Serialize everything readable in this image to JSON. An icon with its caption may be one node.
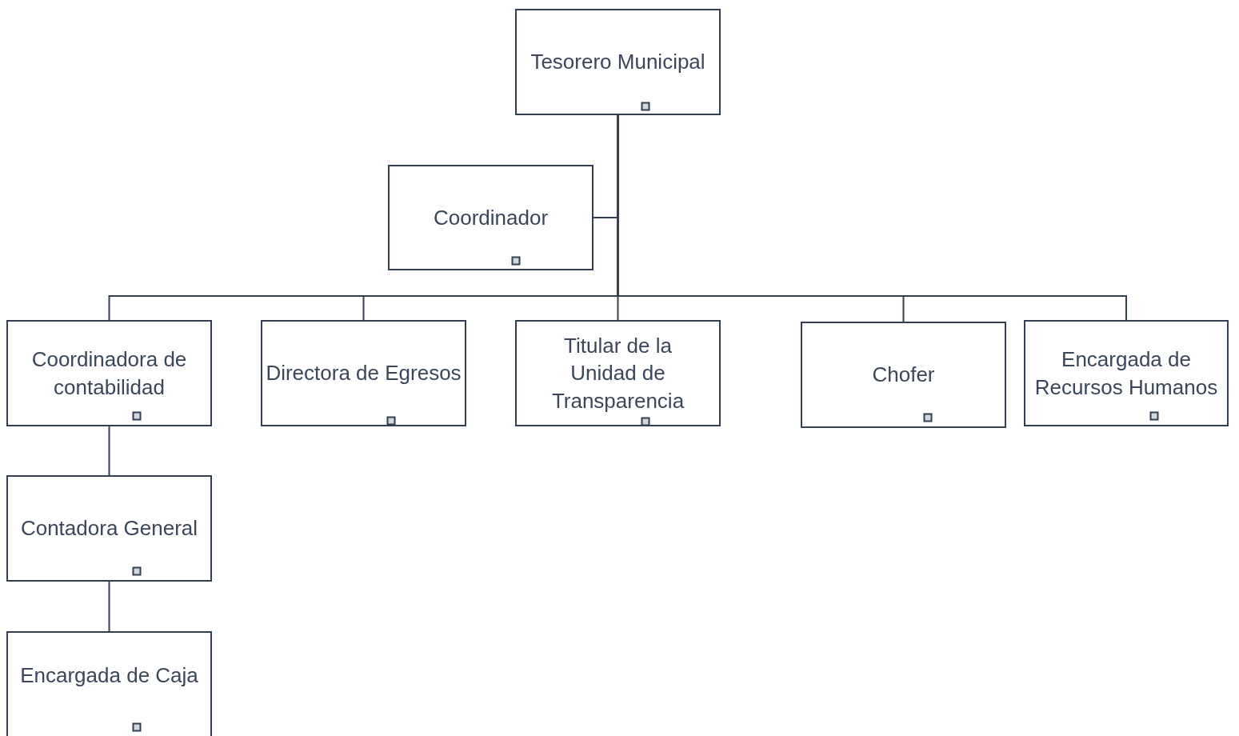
{
  "diagram": {
    "nodes": [
      {
        "text": [
          "Tesorero Municipal"
        ]
      },
      {
        "text": [
          "Coordinador"
        ]
      },
      {
        "text": [
          "Coordinadora de contabilidad"
        ]
      },
      {
        "text": [
          "Directora de Egresos"
        ]
      },
      {
        "text": [
          "Titular de la Unidad de Transparencia"
        ]
      },
      {
        "text": [
          "Chofer"
        ]
      },
      {
        "text": [
          "Encargada de Recursos Humanos"
        ]
      },
      {
        "text": [
          "Contadora General"
        ]
      },
      {
        "text": [
          "Encargada de Caja"
        ]
      }
    ],
    "edges": [
      {
        "from": 0,
        "to": 1,
        "arrow": "none"
      },
      {
        "from": 0,
        "to": 2,
        "arrow": "none"
      },
      {
        "from": 0,
        "to": 3,
        "arrow": "none"
      },
      {
        "from": 0,
        "to": 4,
        "arrow": "none"
      },
      {
        "from": 0,
        "to": 5,
        "arrow": "none"
      },
      {
        "from": 0,
        "to": 6,
        "arrow": "none"
      },
      {
        "from": 2,
        "to": 7,
        "arrow": "none"
      },
      {
        "from": 7,
        "to": 8,
        "arrow": "none"
      }
    ]
  }
}
